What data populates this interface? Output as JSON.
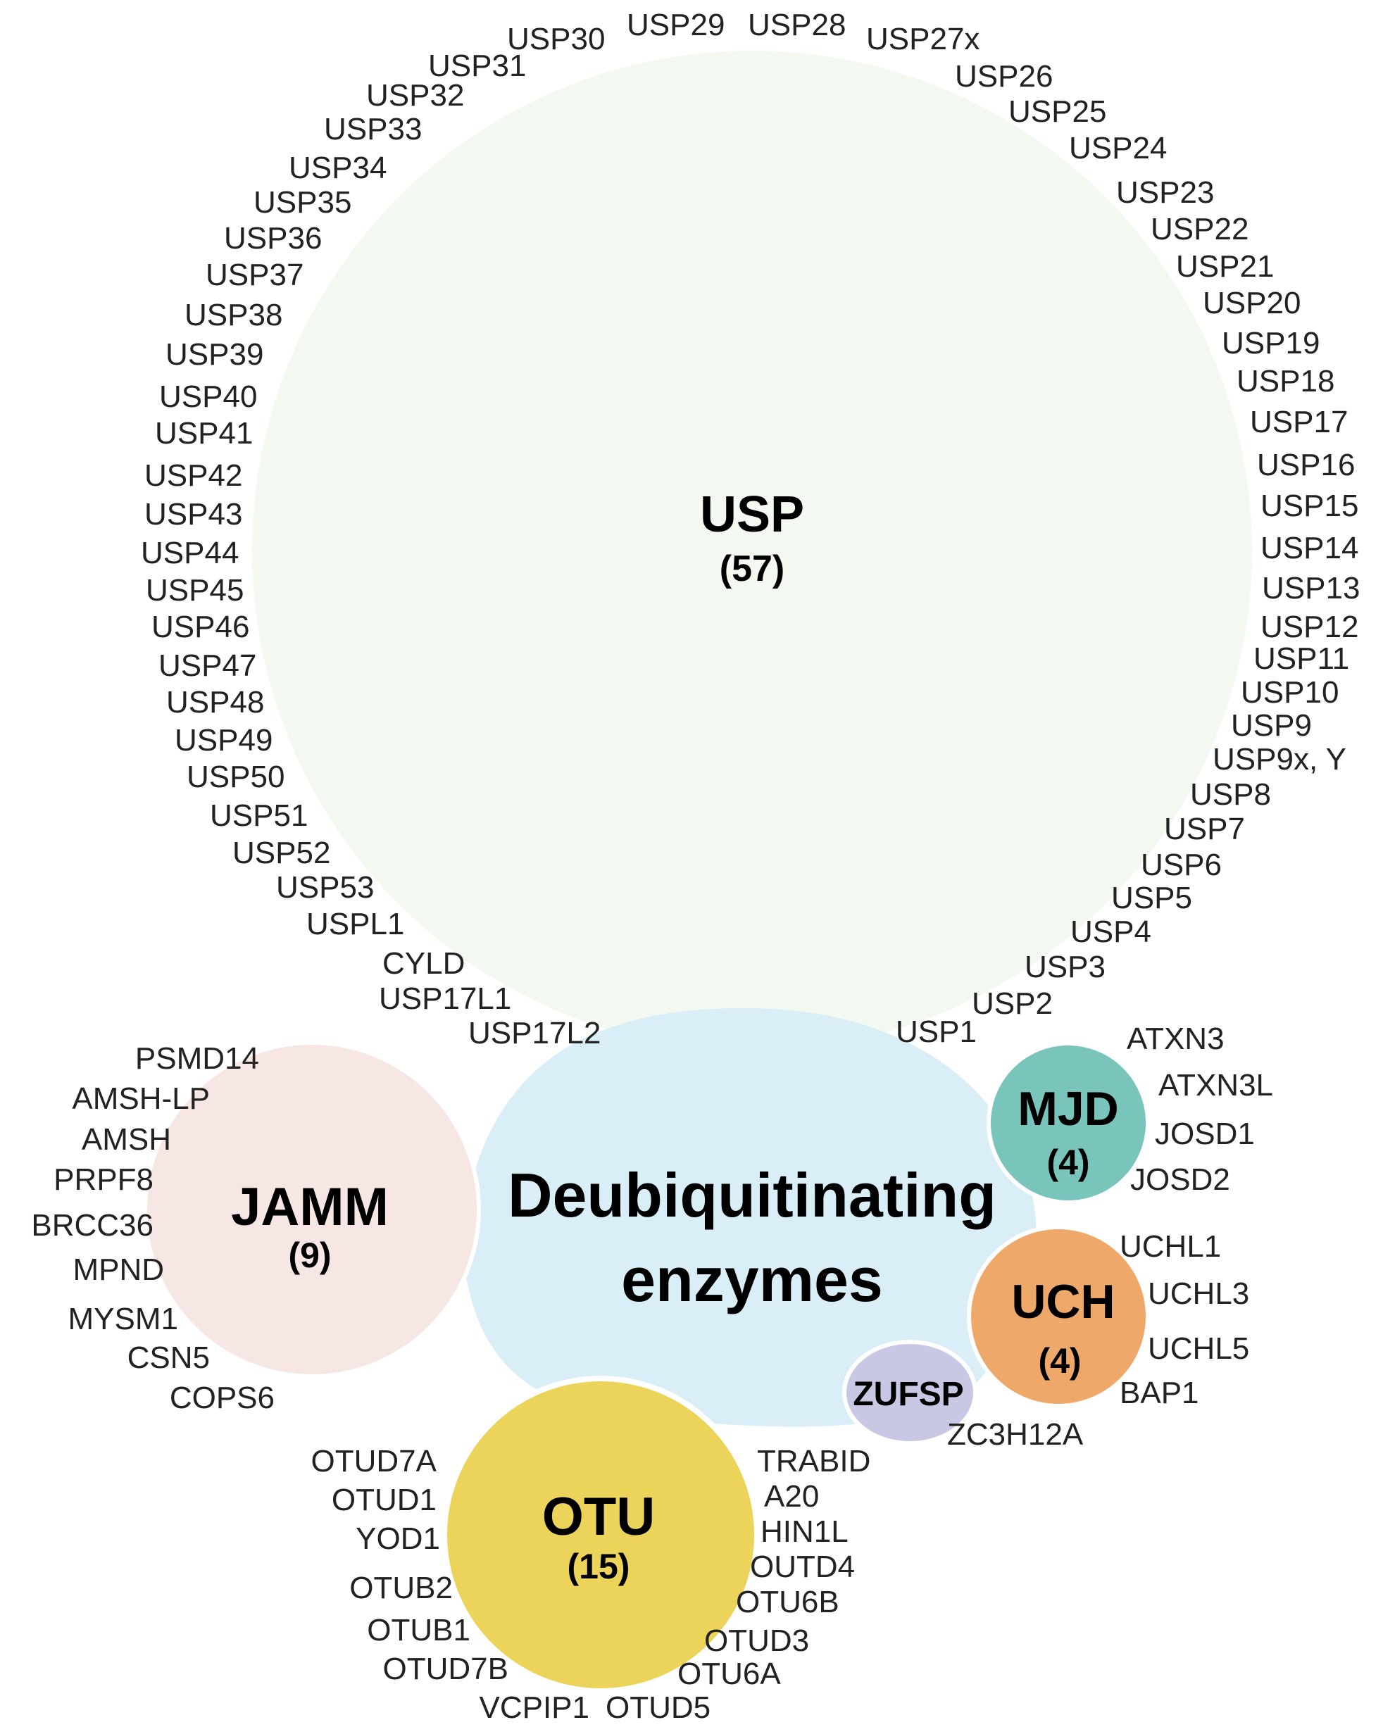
{
  "center": {
    "line1": "Deubiquitinating",
    "line2": "enzymes"
  },
  "colors": {
    "usp": "#f3f9f1",
    "center": "#d9eef6",
    "jamm": "#f6e6e4",
    "otu": "#ecd35a",
    "mjd": "#79c4bb",
    "uch": "#eea96a",
    "zufsp": "#c9c8e4"
  },
  "families": {
    "usp": {
      "name": "USP",
      "count": "(57)"
    },
    "jamm": {
      "name": "JAMM",
      "count": "(9)"
    },
    "otu": {
      "name": "OTU",
      "count": "(15)"
    },
    "mjd": {
      "name": "MJD",
      "count": "(4)"
    },
    "uch": {
      "name": "UCH",
      "count": "(4)"
    },
    "zufsp": {
      "name": "ZUFSP",
      "count": ""
    }
  },
  "members": {
    "usp": [
      "USP29",
      "USP28",
      "USP27x",
      "USP26",
      "USP25",
      "USP24",
      "USP23",
      "USP22",
      "USP21",
      "USP20",
      "USP19",
      "USP18",
      "USP17",
      "USP16",
      "USP15",
      "USP14",
      "USP13",
      "USP12",
      "USP11",
      "USP10",
      "USP9",
      "USP9x, Y",
      "USP8",
      "USP7",
      "USP6",
      "USP5",
      "USP4",
      "USP3",
      "USP2",
      "USP1",
      "USP17L2",
      "USP17L1",
      "CYLD",
      "USPL1",
      "USP53",
      "USP52",
      "USP51",
      "USP50",
      "USP49",
      "USP48",
      "USP47",
      "USP46",
      "USP45",
      "USP44",
      "USP43",
      "USP42",
      "USP41",
      "USP40",
      "USP39",
      "USP38",
      "USP37",
      "USP36",
      "USP35",
      "USP34",
      "USP33",
      "USP32",
      "USP31",
      "USP30"
    ],
    "jamm": [
      "PSMD14",
      "AMSH-LP",
      "AMSH",
      "PRPF8",
      "BRCC36",
      "MPND",
      "MYSM1",
      "CSN5",
      "COPS6"
    ],
    "otu": [
      "OTUD7A",
      "OTUD1",
      "YOD1",
      "OTUB2",
      "OTUB1",
      "OTUD7B",
      "VCPIP1",
      "OTUD5",
      "OTU6A",
      "OTUD3",
      "OTU6B",
      "OUTD4",
      "HIN1L",
      "A20",
      "TRABID"
    ],
    "mjd": [
      "ATXN3",
      "ATXN3L",
      "JOSD1",
      "JOSD2"
    ],
    "uch": [
      "UCHL1",
      "UCHL3",
      "UCHL5",
      "BAP1"
    ],
    "zufsp": [
      "ZC3H12A"
    ]
  }
}
